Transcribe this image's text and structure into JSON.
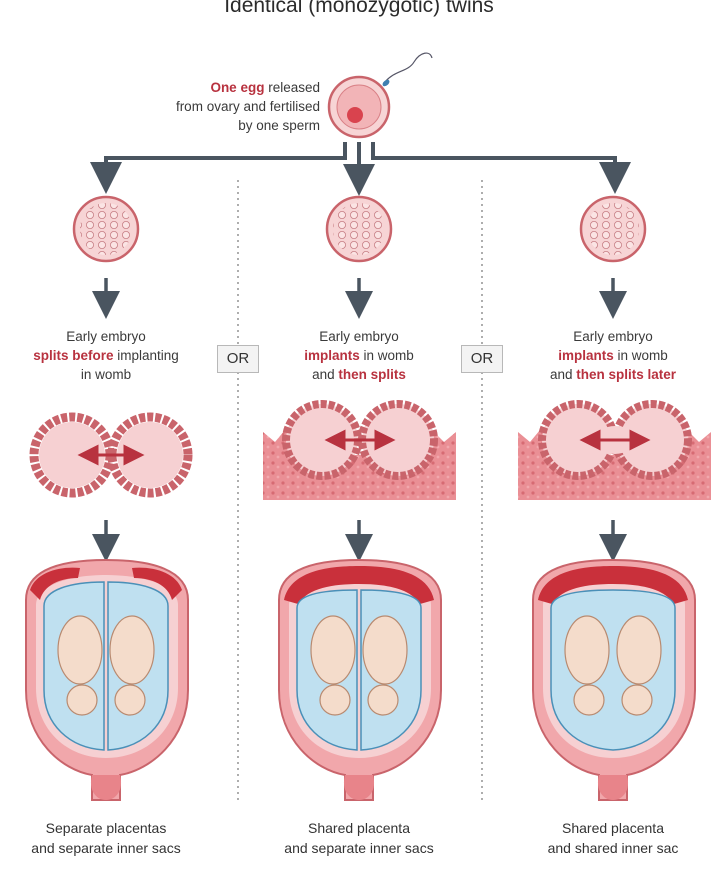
{
  "title": "Identical (monozygotic) twins",
  "intro": {
    "highlight": "One egg",
    "line1_rest": " released",
    "line2": "from ovary and fertilised",
    "line3": "by one sperm"
  },
  "or_label": "OR",
  "columns": [
    {
      "line1": "Early embryo",
      "line2_hl": "splits before",
      "line2_rest": " implanting",
      "line3_pre": "",
      "line3_hl": "",
      "line3_rest": "in womb",
      "caption1": "Separate placentas",
      "caption2": "and separate inner sacs"
    },
    {
      "line1": "Early embryo",
      "line2_hl": "implants",
      "line2_rest": " in womb",
      "line3_pre": "and ",
      "line3_hl": "then splits",
      "line3_rest": "",
      "caption1": "Shared placenta",
      "caption2": "and separate inner sacs"
    },
    {
      "line1": "Early embryo",
      "line2_hl": "implants",
      "line2_rest": " in womb",
      "line3_pre": "and ",
      "line3_hl": "then splits later",
      "line3_rest": "",
      "caption1": "Shared placenta",
      "caption2": "and shared inner sac"
    }
  ],
  "colors": {
    "highlight": "#b8323f",
    "arrow": "#4a5560",
    "cell_fill": "#f7d4d5",
    "cell_stroke": "#c9646b",
    "womb_tissue": "#e8848a",
    "placenta": "#c9303b",
    "amniotic": "#bfe0f0",
    "fetus": "#f4dccb"
  }
}
